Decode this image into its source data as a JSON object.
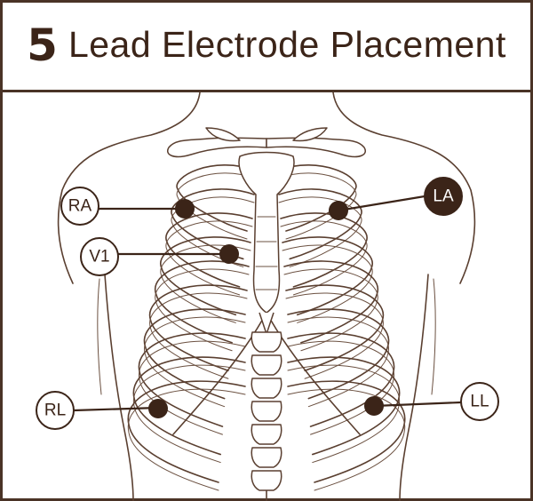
{
  "title": {
    "number": "5",
    "text": "Lead Electrode Placement"
  },
  "colors": {
    "ink": "#3b2418",
    "background": "#ffffff",
    "line_art": "#5a3f30"
  },
  "electrodes": [
    {
      "label": "RA",
      "style": "outline"
    },
    {
      "label": "LA",
      "style": "filled"
    },
    {
      "label": "V1",
      "style": "outline"
    },
    {
      "label": "RL",
      "style": "outline"
    },
    {
      "label": "LL",
      "style": "outline"
    }
  ]
}
